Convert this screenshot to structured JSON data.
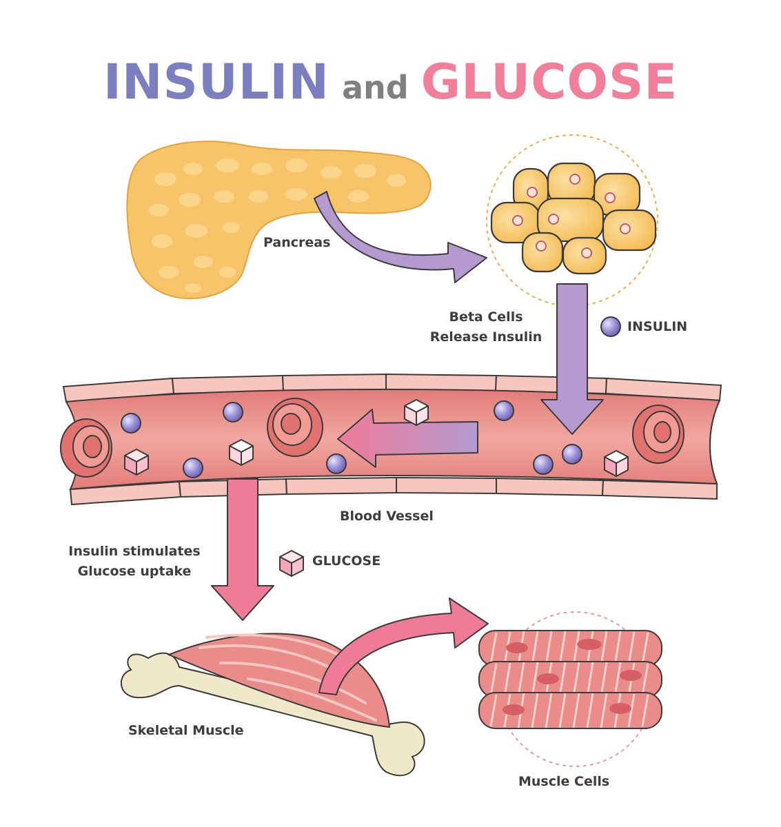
{
  "title": {
    "insulin": "INSULIN",
    "and": "and",
    "glucose": "GLUCOSE"
  },
  "labels": {
    "pancreas": "Pancreas",
    "beta_cells_line1": "Beta Cells",
    "beta_cells_line2": "Release Insulin",
    "insulin_legend": "INSULIN",
    "blood_vessel": "Blood Vessel",
    "stimulates_line1": "Insulin stimulates",
    "stimulates_line2": "Glucose uptake",
    "glucose_legend": "GLUCOSE",
    "skeletal_muscle": "Skeletal Muscle",
    "muscle_cells": "Muscle Cells"
  },
  "colors": {
    "insulin_title": "#7b7fc0",
    "and_text": "#808080",
    "glucose_title": "#f27f9a",
    "pancreas": "#f8c46a",
    "vessel_wall": "#f7c7bd",
    "vessel_lumen": "#e88b86",
    "purple_arrow": "#b59ad0",
    "pink_arrow": "#ef7b97",
    "bone": "#efe8c9",
    "muscle": "#e98c8a",
    "outline": "#3a3a3a"
  }
}
